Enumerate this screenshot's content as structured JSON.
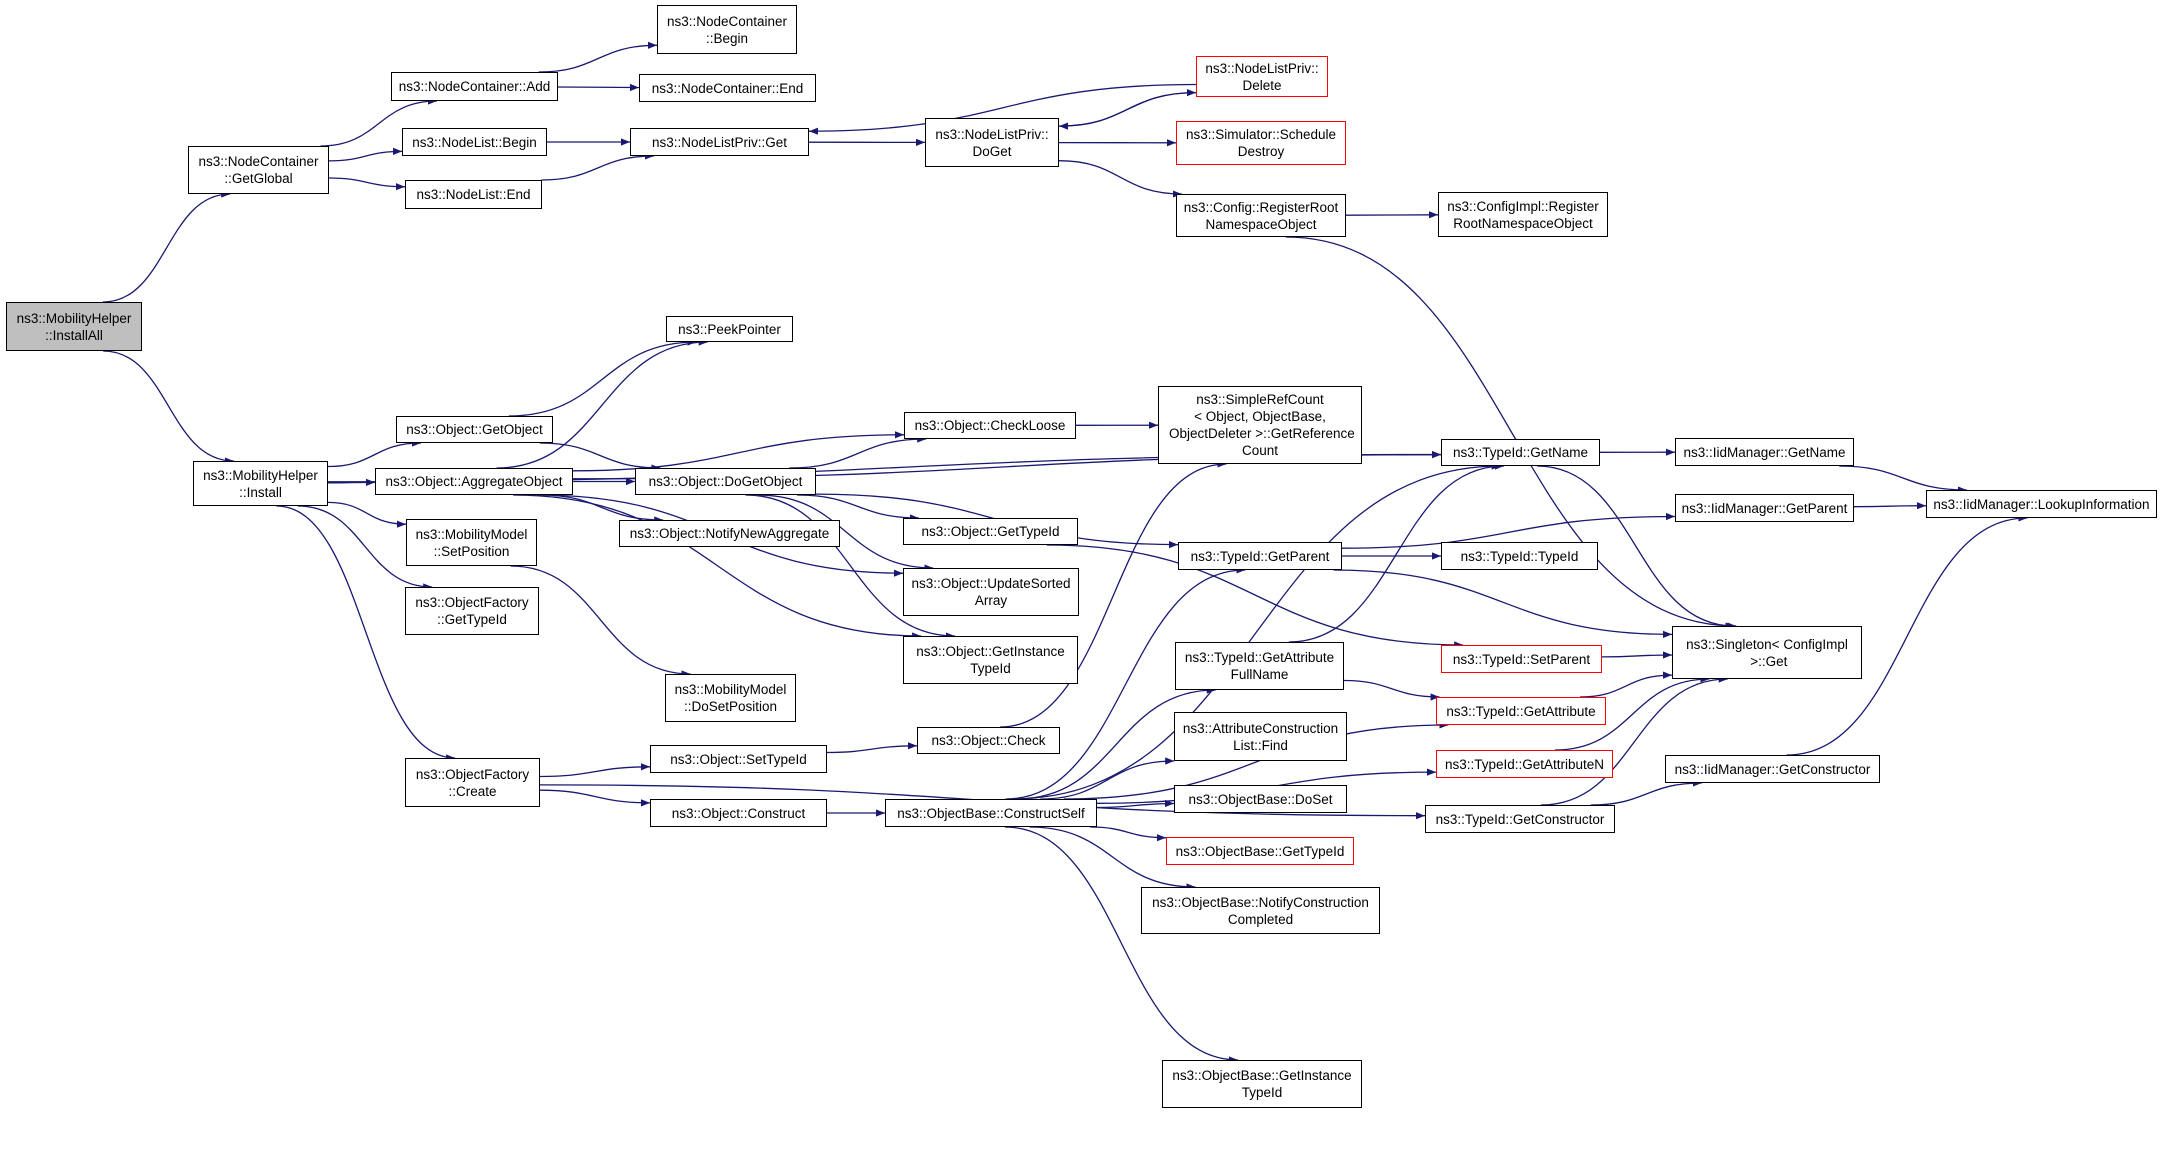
{
  "colors": {
    "edge": "#191970",
    "node_border": "#000000",
    "undocumented_border": "#ff0000",
    "root_fill": "#bfbfbf"
  },
  "nodes": [
    {
      "id": "installall",
      "label": "ns3::MobilityHelper\n::InstallAll",
      "style": "root"
    },
    {
      "id": "nc_getglobal",
      "label": "ns3::NodeContainer\n::GetGlobal"
    },
    {
      "id": "nc_add",
      "label": "ns3::NodeContainer::Add"
    },
    {
      "id": "nc_begin",
      "label": "ns3::NodeContainer\n::Begin"
    },
    {
      "id": "nc_end",
      "label": "ns3::NodeContainer::End"
    },
    {
      "id": "nl_begin",
      "label": "ns3::NodeList::Begin"
    },
    {
      "id": "nl_end",
      "label": "ns3::NodeList::End"
    },
    {
      "id": "nlp_get",
      "label": "ns3::NodeListPriv::Get"
    },
    {
      "id": "nlp_doget",
      "label": "ns3::NodeListPriv::\nDoGet"
    },
    {
      "id": "nlp_delete",
      "label": "ns3::NodeListPriv::\nDelete",
      "style": "red"
    },
    {
      "id": "sim_schedule",
      "label": "ns3::Simulator::Schedule\nDestroy",
      "style": "red"
    },
    {
      "id": "cfg_register",
      "label": "ns3::Config::RegisterRoot\nNamespaceObject"
    },
    {
      "id": "cfgimpl_register",
      "label": "ns3::ConfigImpl::Register\nRootNamespaceObject"
    },
    {
      "id": "mh_install",
      "label": "ns3::MobilityHelper\n::Install"
    },
    {
      "id": "peekpointer",
      "label": "ns3::PeekPointer"
    },
    {
      "id": "obj_getobject",
      "label": "ns3::Object::GetObject"
    },
    {
      "id": "obj_aggregate",
      "label": "ns3::Object::AggregateObject"
    },
    {
      "id": "obj_checkloose",
      "label": "ns3::Object::CheckLoose"
    },
    {
      "id": "obj_dogetobject",
      "label": "ns3::Object::DoGetObject"
    },
    {
      "id": "obj_notifyagg",
      "label": "ns3::Object::NotifyNewAggregate"
    },
    {
      "id": "obj_gettypeid",
      "label": "ns3::Object::GetTypeId"
    },
    {
      "id": "obj_updatesorted",
      "label": "ns3::Object::UpdateSorted\nArray"
    },
    {
      "id": "obj_getinstance",
      "label": "ns3::Object::GetInstance\nTypeId"
    },
    {
      "id": "mm_setposition",
      "label": "ns3::MobilityModel\n::SetPosition"
    },
    {
      "id": "mm_dosetposition",
      "label": "ns3::MobilityModel\n::DoSetPosition"
    },
    {
      "id": "of_gettypeid",
      "label": "ns3::ObjectFactory\n::GetTypeId"
    },
    {
      "id": "of_create",
      "label": "ns3::ObjectFactory\n::Create"
    },
    {
      "id": "obj_settypeid",
      "label": "ns3::Object::SetTypeId"
    },
    {
      "id": "obj_construct",
      "label": "ns3::Object::Construct"
    },
    {
      "id": "obj_check",
      "label": "ns3::Object::Check"
    },
    {
      "id": "simplerefcount",
      "label": "ns3::SimpleRefCount\n< Object, ObjectBase,\n ObjectDeleter >::GetReference\nCount"
    },
    {
      "id": "ob_constructself",
      "label": "ns3::ObjectBase::ConstructSelf"
    },
    {
      "id": "tid_getname",
      "label": "ns3::TypeId::GetName"
    },
    {
      "id": "tid_getparent",
      "label": "ns3::TypeId::GetParent"
    },
    {
      "id": "tid_getattrfull",
      "label": "ns3::TypeId::GetAttribute\nFullName"
    },
    {
      "id": "acl_find",
      "label": "ns3::AttributeConstruction\nList::Find"
    },
    {
      "id": "ob_doset",
      "label": "ns3::ObjectBase::DoSet"
    },
    {
      "id": "ob_gettypeid",
      "label": "ns3::ObjectBase::GetTypeId",
      "style": "red"
    },
    {
      "id": "ob_notifyconstruction",
      "label": "ns3::ObjectBase::NotifyConstruction\nCompleted"
    },
    {
      "id": "ob_getinstance",
      "label": "ns3::ObjectBase::GetInstance\nTypeId"
    },
    {
      "id": "iid_getname",
      "label": "ns3::IidManager::GetName"
    },
    {
      "id": "iid_lookup",
      "label": "ns3::IidManager::LookupInformation"
    },
    {
      "id": "iid_getparent",
      "label": "ns3::IidManager::GetParent"
    },
    {
      "id": "tid_typeid",
      "label": "ns3::TypeId::TypeId"
    },
    {
      "id": "tid_setparent",
      "label": "ns3::TypeId::SetParent",
      "style": "red"
    },
    {
      "id": "singleton_get",
      "label": "ns3::Singleton< ConfigImpl\n >::Get"
    },
    {
      "id": "tid_getattribute",
      "label": "ns3::TypeId::GetAttribute",
      "style": "red"
    },
    {
      "id": "tid_getattributen",
      "label": "ns3::TypeId::GetAttributeN",
      "style": "red"
    },
    {
      "id": "iid_getconstructor",
      "label": "ns3::IidManager::GetConstructor"
    },
    {
      "id": "tid_getconstructor",
      "label": "ns3::TypeId::GetConstructor"
    }
  ],
  "edges": [
    {
      "from": "installall",
      "to": "nc_getglobal"
    },
    {
      "from": "installall",
      "to": "mh_install"
    },
    {
      "from": "nc_getglobal",
      "to": "nc_add"
    },
    {
      "from": "nc_getglobal",
      "to": "nl_begin"
    },
    {
      "from": "nc_getglobal",
      "to": "nl_end"
    },
    {
      "from": "nc_add",
      "to": "nc_begin"
    },
    {
      "from": "nc_add",
      "to": "nc_end"
    },
    {
      "from": "nl_begin",
      "to": "nlp_get"
    },
    {
      "from": "nl_end",
      "to": "nlp_get"
    },
    {
      "from": "nlp_get",
      "to": "nlp_doget"
    },
    {
      "from": "nlp_doget",
      "to": "nlp_delete"
    },
    {
      "from": "nlp_doget",
      "to": "sim_schedule"
    },
    {
      "from": "nlp_doget",
      "to": "cfg_register"
    },
    {
      "from": "nlp_delete",
      "to": "nlp_doget"
    },
    {
      "from": "nlp_delete",
      "to": "nlp_get"
    },
    {
      "from": "cfg_register",
      "to": "cfgimpl_register"
    },
    {
      "from": "cfg_register",
      "to": "singleton_get"
    },
    {
      "from": "mh_install",
      "to": "obj_getobject"
    },
    {
      "from": "mh_install",
      "to": "obj_aggregate"
    },
    {
      "from": "mh_install",
      "to": "mm_setposition"
    },
    {
      "from": "mh_install",
      "to": "of_gettypeid"
    },
    {
      "from": "mh_install",
      "to": "of_create"
    },
    {
      "from": "mh_install",
      "to": "tid_getname"
    },
    {
      "from": "obj_getobject",
      "to": "peekpointer"
    },
    {
      "from": "obj_getobject",
      "to": "obj_dogetobject"
    },
    {
      "from": "obj_aggregate",
      "to": "peekpointer"
    },
    {
      "from": "obj_aggregate",
      "to": "obj_checkloose"
    },
    {
      "from": "obj_aggregate",
      "to": "obj_dogetobject"
    },
    {
      "from": "obj_aggregate",
      "to": "obj_notifyagg"
    },
    {
      "from": "obj_aggregate",
      "to": "obj_updatesorted"
    },
    {
      "from": "obj_aggregate",
      "to": "obj_getinstance"
    },
    {
      "from": "obj_aggregate",
      "to": "tid_getname"
    },
    {
      "from": "obj_checkloose",
      "to": "simplerefcount"
    },
    {
      "from": "obj_dogetobject",
      "to": "obj_checkloose"
    },
    {
      "from": "obj_dogetobject",
      "to": "obj_gettypeid"
    },
    {
      "from": "obj_dogetobject",
      "to": "obj_updatesorted"
    },
    {
      "from": "obj_dogetobject",
      "to": "obj_getinstance"
    },
    {
      "from": "obj_dogetobject",
      "to": "tid_getparent"
    },
    {
      "from": "obj_gettypeid",
      "to": "tid_setparent"
    },
    {
      "from": "mm_setposition",
      "to": "mm_dosetposition"
    },
    {
      "from": "of_create",
      "to": "obj_settypeid"
    },
    {
      "from": "of_create",
      "to": "obj_construct"
    },
    {
      "from": "of_create",
      "to": "tid_getconstructor"
    },
    {
      "from": "obj_settypeid",
      "to": "obj_check"
    },
    {
      "from": "obj_check",
      "to": "simplerefcount"
    },
    {
      "from": "obj_construct",
      "to": "ob_constructself"
    },
    {
      "from": "ob_constructself",
      "to": "tid_getname"
    },
    {
      "from": "ob_constructself",
      "to": "tid_getparent"
    },
    {
      "from": "ob_constructself",
      "to": "tid_getattrfull"
    },
    {
      "from": "ob_constructself",
      "to": "acl_find"
    },
    {
      "from": "ob_constructself",
      "to": "ob_doset"
    },
    {
      "from": "ob_constructself",
      "to": "ob_gettypeid"
    },
    {
      "from": "ob_constructself",
      "to": "ob_notifyconstruction"
    },
    {
      "from": "ob_constructself",
      "to": "ob_getinstance"
    },
    {
      "from": "ob_constructself",
      "to": "tid_getattribute"
    },
    {
      "from": "ob_constructself",
      "to": "tid_getattributen"
    },
    {
      "from": "tid_getattrfull",
      "to": "tid_getname"
    },
    {
      "from": "tid_getattrfull",
      "to": "tid_getattribute"
    },
    {
      "from": "tid_getname",
      "to": "iid_getname"
    },
    {
      "from": "tid_getname",
      "to": "singleton_get"
    },
    {
      "from": "iid_getname",
      "to": "iid_lookup"
    },
    {
      "from": "tid_getparent",
      "to": "iid_getparent"
    },
    {
      "from": "tid_getparent",
      "to": "tid_typeid"
    },
    {
      "from": "tid_getparent",
      "to": "singleton_get"
    },
    {
      "from": "iid_getparent",
      "to": "iid_lookup"
    },
    {
      "from": "tid_setparent",
      "to": "singleton_get"
    },
    {
      "from": "tid_getattribute",
      "to": "singleton_get"
    },
    {
      "from": "tid_getattributen",
      "to": "singleton_get"
    },
    {
      "from": "tid_getconstructor",
      "to": "singleton_get"
    },
    {
      "from": "tid_getconstructor",
      "to": "iid_getconstructor"
    },
    {
      "from": "iid_getconstructor",
      "to": "iid_lookup"
    }
  ]
}
